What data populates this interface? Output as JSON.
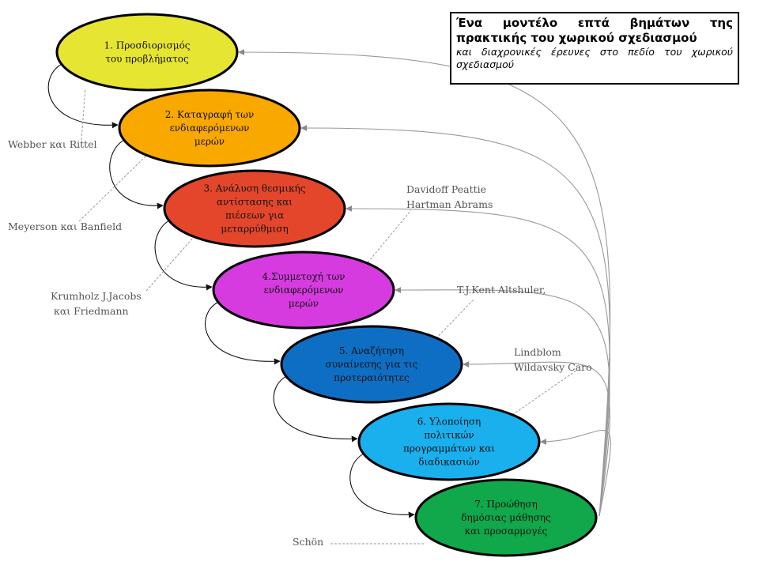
{
  "title": {
    "main": "Ένα μοντέλο επτά βημάτων της πρακτικής του χωρικού σχεδιασμού",
    "subtitle": "και διαχρονικές έρευνες στο πεδίο του χωρικού σχεδιασμού"
  },
  "steps": [
    {
      "lines": [
        "1. Προσδιορισμός",
        "του προβλήματος"
      ],
      "color": "#e6e632"
    },
    {
      "lines": [
        "2. Καταγραφή των",
        "ενδιαφερόμενων",
        "μερών"
      ],
      "color": "#f9a800"
    },
    {
      "lines": [
        "3. Ανάλυση θεσμικής",
        "αντίστασης και",
        "πιέσεων για",
        "μεταρρύθμιση"
      ],
      "color": "#e4462c"
    },
    {
      "lines": [
        "4.Συμμετοχή των",
        "ενδιαφερόμενων",
        "μερών"
      ],
      "color": "#d63be0"
    },
    {
      "lines": [
        "5. Αναζήτηση",
        "συναίνεσης για τις",
        "προτεραιότητες"
      ],
      "color": "#0e6ec3"
    },
    {
      "lines": [
        "6. Υλοποίηση",
        "πολιτικών",
        "προγραμμάτων και",
        "διαδικασιών"
      ],
      "color": "#1ab0ee"
    },
    {
      "lines": [
        "7. Προώθηση",
        "δημόσιας μάθησης",
        "και προσαρμογές"
      ],
      "color": "#10a84a"
    }
  ],
  "authors": [
    {
      "lines": [
        "Webber και Rittel"
      ]
    },
    {
      "lines": [
        "Meyerson και Banfield"
      ]
    },
    {
      "lines": [
        "Krumholz J.Jacobs",
        "και Friedmann"
      ]
    },
    {
      "lines": [
        "Davidoff Peattie",
        "Hartman Abrams"
      ]
    },
    {
      "lines": [
        "T.J.Kent Altshuler,"
      ]
    },
    {
      "lines": [
        "Lindblom",
        "Wildavsky Caro"
      ]
    },
    {
      "lines": [
        "Schön"
      ]
    }
  ]
}
